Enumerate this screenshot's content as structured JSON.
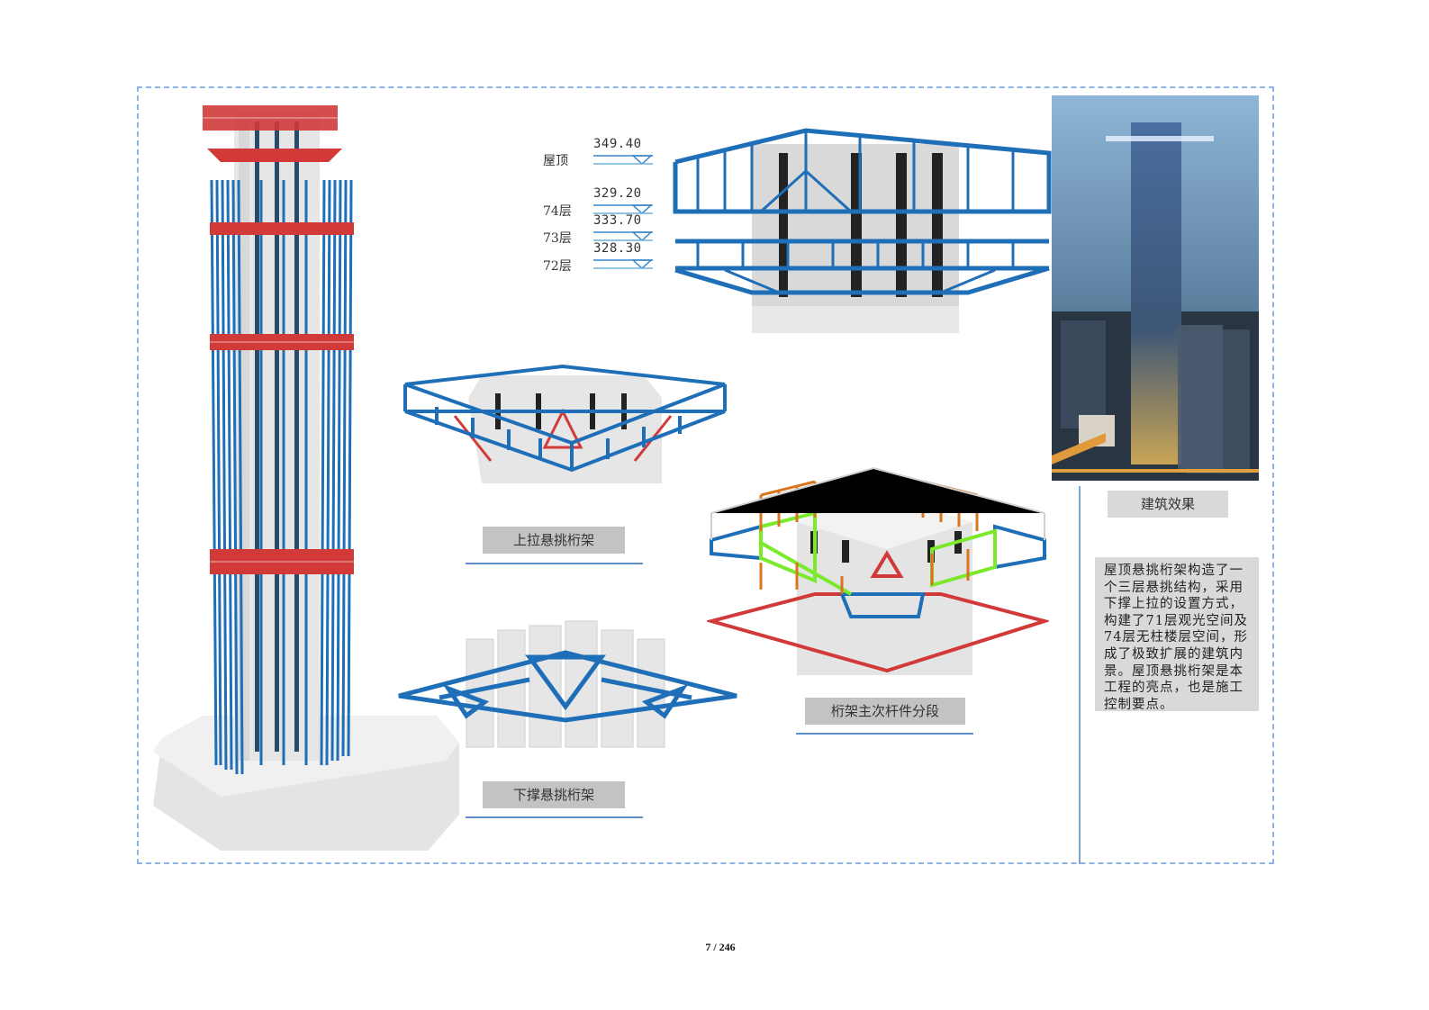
{
  "page": {
    "number_label": "7 / 246"
  },
  "colors": {
    "frame_dashed": "#8db3e2",
    "divider": "#7fa3c9",
    "truss_blue": "#1f6fb8",
    "truss_red": "#d23a3a",
    "truss_green": "#7bea2a",
    "truss_orange": "#d9751c",
    "caption_bg": "#c3c3c3",
    "label_bg": "#d9d9d9"
  },
  "levels": [
    {
      "name": "屋顶",
      "elevation": "349.40"
    },
    {
      "name": "74层",
      "elevation": "329.20"
    },
    {
      "name": "73层",
      "elevation": "333.70"
    },
    {
      "name": "72层",
      "elevation": "328.30"
    }
  ],
  "figures": {
    "tower_model": {
      "description": "tower with red cantilever trusses and blue columns"
    },
    "top_truss": {
      "description": "three-level cantilever truss at roof"
    },
    "upper_pull": {
      "caption": "上拉悬挑桁架"
    },
    "lower_support": {
      "caption": "下撑悬挑桁架"
    },
    "segmentation": {
      "caption": "桁架主次杆件分段"
    },
    "rendering": {
      "caption": "建筑效果"
    }
  },
  "description": {
    "lines": [
      "屋顶悬挑桁架构造了一",
      "个三层悬挑结构，采用",
      "下撑上拉的设置方式，",
      "构建了71层观光空间及",
      "74层无柱楼层空间，形",
      "成了极致扩展的建筑内",
      "景。屋顶悬挑桁架是本",
      "工程的亮点，也是施工",
      "控制要点。"
    ]
  }
}
